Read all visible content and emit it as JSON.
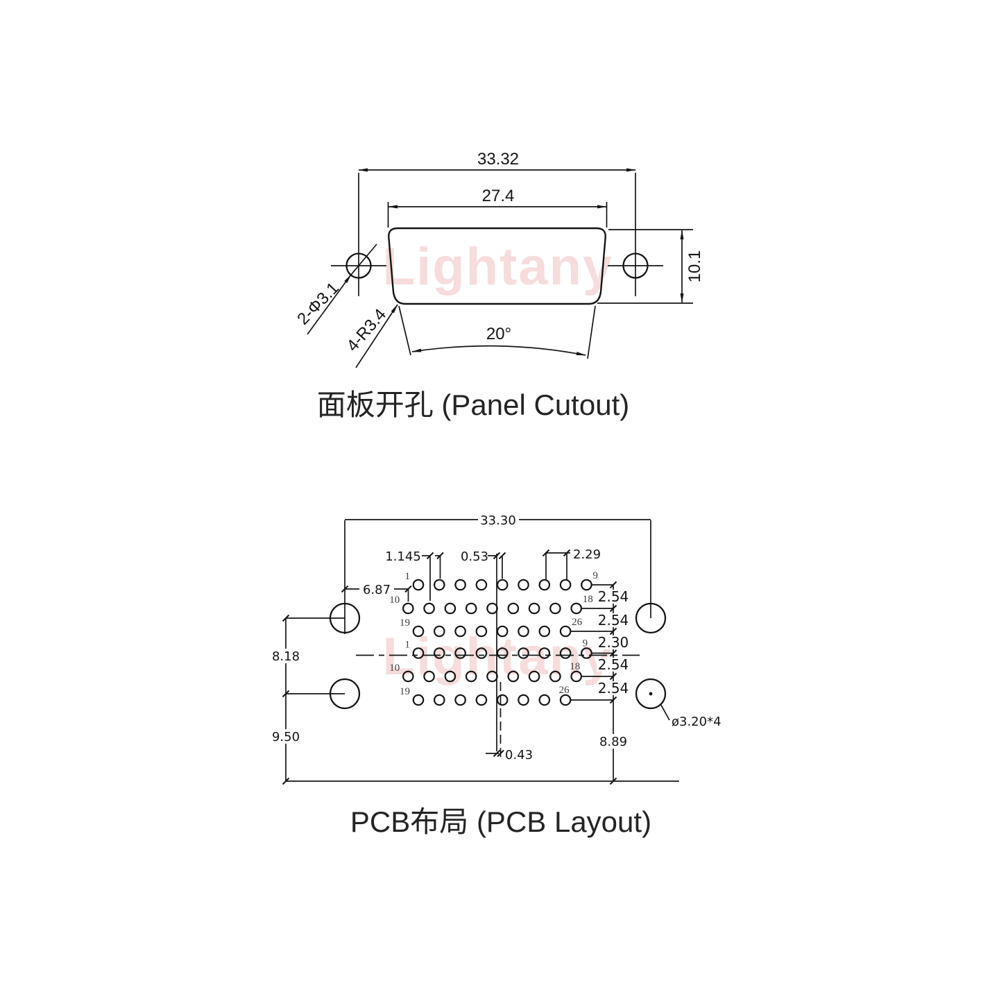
{
  "watermark": {
    "text": "Lightany"
  },
  "panel_cutout": {
    "title": "面板开孔 (Panel Cutout)",
    "dim_outer_width": "33.32",
    "dim_inner_width": "27.4",
    "dim_height": "10.1",
    "dim_angle": "20°",
    "label_mount_holes": "2-Φ3.1",
    "label_corner_radius": "4-R3.4"
  },
  "pcb_layout": {
    "title": "PCB布局 (PCB Layout)",
    "dim_width": "33.30",
    "dim_row_offset": "1.145",
    "dim_center_offset": "0.53",
    "dim_pitch": "2.29",
    "dim_left": "6.87",
    "row_gaps": [
      "2.54",
      "2.54",
      "2.30",
      "2.54",
      "2.54"
    ],
    "dim_mount_span": "8.18",
    "dim_mount_to_edge": "9.50",
    "dim_center_to_col": "0.43",
    "dim_row_to_edge": "8.89",
    "label_mount_dia": "ø3.20*4",
    "pin_rows": [
      {
        "left": "1",
        "right": "9"
      },
      {
        "left": "10",
        "right": "18"
      },
      {
        "left": "19",
        "right": "26"
      },
      {
        "left": "1",
        "right": "9"
      },
      {
        "left": "10",
        "right": "18"
      },
      {
        "left": "19",
        "right": "26"
      }
    ]
  }
}
